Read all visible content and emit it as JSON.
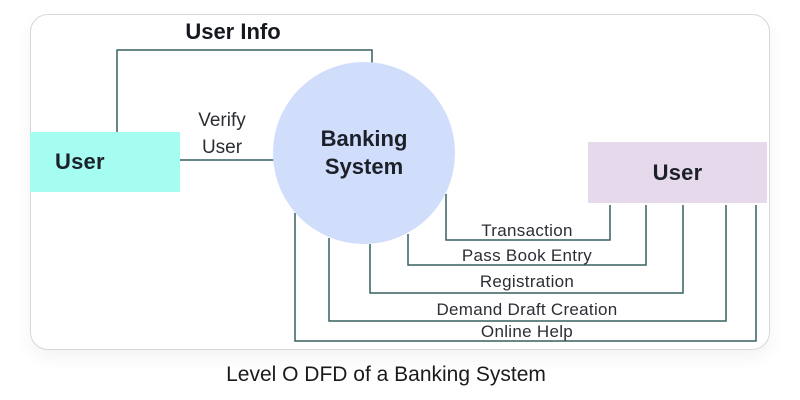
{
  "title": "Level O DFD of a Banking System",
  "diagram": {
    "top_flow_label": "User Info",
    "verify_flow_label": "Verify User",
    "left_entity": {
      "label": "User",
      "fill": "#a5fdf2"
    },
    "process": {
      "label": "Banking System",
      "fill": "#d0ddfb",
      "shape": "circle"
    },
    "right_entity": {
      "label": "User",
      "fill": "#e7d9ec"
    },
    "flows": [
      {
        "label": "Transaction",
        "from": "Banking System",
        "to": "User (right)"
      },
      {
        "label": "Pass Book Entry",
        "from": "Banking System",
        "to": "User (right)"
      },
      {
        "label": "Registration",
        "from": "Banking System",
        "to": "User (right)"
      },
      {
        "label": "Demand Draft Creation",
        "from": "Banking System",
        "to": "User (right)"
      },
      {
        "label": "Online Help",
        "from": "Banking System",
        "to": "User (right)"
      }
    ],
    "colors": {
      "connector_line": "#35615f",
      "card_border": "#d7d7d7",
      "text": "#1c2029",
      "background": "#ffffff"
    }
  }
}
